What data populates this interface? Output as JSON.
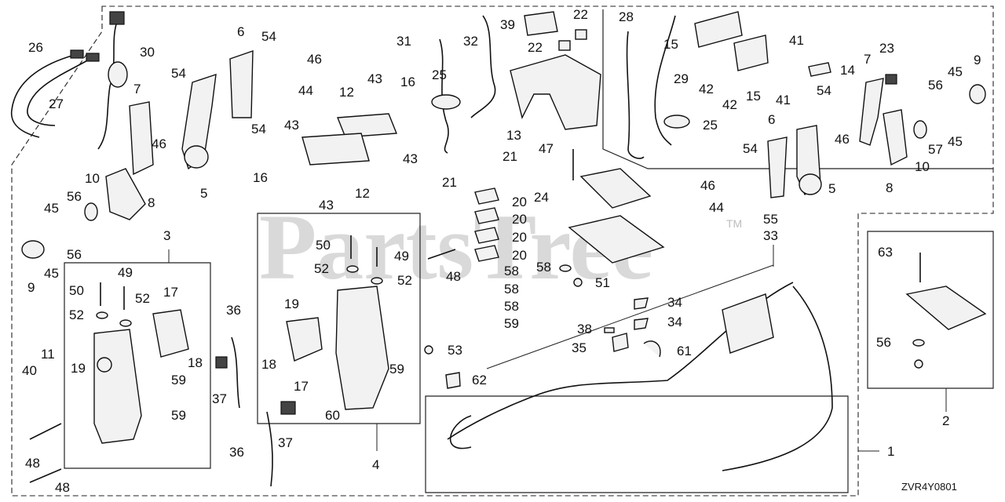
{
  "watermark": "PartsTree",
  "trademark": "TM",
  "diagram_code": "ZVR4Y0801",
  "callouts": [
    "1",
    "2",
    "3",
    "4",
    "5",
    "5",
    "6",
    "6",
    "7",
    "7",
    "8",
    "8",
    "9",
    "9",
    "10",
    "10",
    "11",
    "12",
    "12",
    "13",
    "14",
    "15",
    "15",
    "16",
    "16",
    "17",
    "17",
    "18",
    "18",
    "19",
    "19",
    "20",
    "20",
    "20",
    "20",
    "21",
    "21",
    "22",
    "22",
    "23",
    "24",
    "25",
    "25",
    "26",
    "27",
    "28",
    "29",
    "30",
    "31",
    "32",
    "33",
    "34",
    "34",
    "35",
    "36",
    "36",
    "37",
    "37",
    "38",
    "39",
    "40",
    "41",
    "41",
    "42",
    "42",
    "43",
    "43",
    "43",
    "43",
    "44",
    "44",
    "45",
    "45",
    "45",
    "45",
    "46",
    "46",
    "46",
    "46",
    "47",
    "48",
    "48",
    "48",
    "49",
    "49",
    "50",
    "50",
    "51",
    "52",
    "52",
    "52",
    "52",
    "53",
    "54",
    "54",
    "54",
    "54",
    "54",
    "55",
    "56",
    "56",
    "56",
    "56",
    "57",
    "58",
    "58",
    "58",
    "58",
    "59",
    "59",
    "59",
    "59",
    "60",
    "61",
    "62",
    "63"
  ]
}
